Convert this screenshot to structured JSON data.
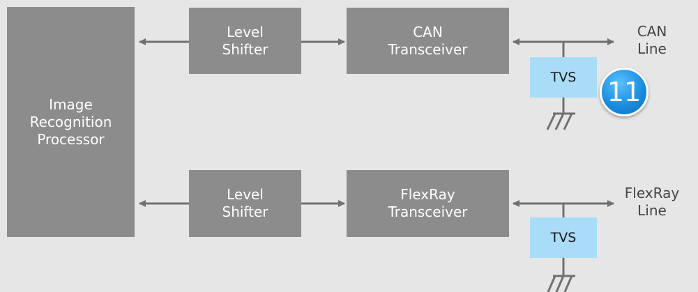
{
  "processor": {
    "lines": [
      "Image",
      "Recognition",
      "Processor"
    ]
  },
  "can": {
    "level_shifter": [
      "Level",
      "Shifter"
    ],
    "transceiver": [
      "CAN",
      "Transceiver"
    ],
    "tvs": "TVS",
    "line": [
      "CAN",
      "Line"
    ]
  },
  "flexray": {
    "level_shifter": [
      "Level",
      "Shifter"
    ],
    "transceiver": [
      "FlexRay",
      "Transceiver"
    ],
    "tvs": "TVS",
    "line": [
      "FlexRay",
      "Line"
    ]
  },
  "badge": "11",
  "colors": {
    "background": "#e6e6e6",
    "block": "#8c8c8c",
    "tvs": "#a9dcf7",
    "wire": "#707070",
    "badge": "#1a8ee0"
  }
}
